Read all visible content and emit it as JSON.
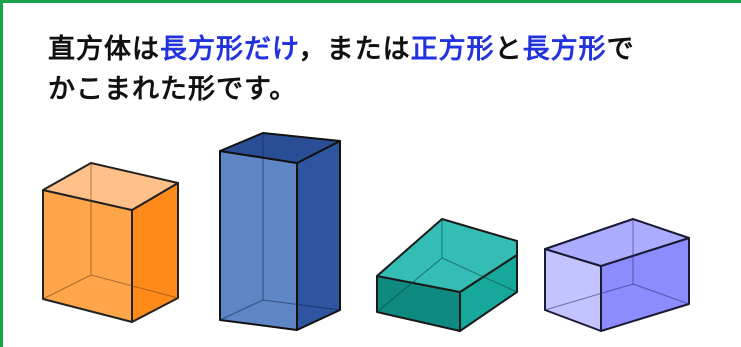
{
  "caption": {
    "line1": {
      "t1": "直方体は",
      "b1": "長方形だけ",
      "t2": "，または",
      "b2": "正方形",
      "t3": "と",
      "b3": "長方形",
      "t4": "で"
    },
    "line2": "かこまれた形です。"
  },
  "colors": {
    "frame": "#1aa34a",
    "highlight_text": "#2233dd",
    "orange_box": "#ff8c1a",
    "blue_box": "#3c64b4",
    "teal_box": "#1aa59b",
    "lavender_box": "#8c8cff"
  },
  "figures": [
    {
      "name": "orange-rectangular-prism",
      "color": "orange"
    },
    {
      "name": "tall-blue-square-prism",
      "color": "blue"
    },
    {
      "name": "flat-teal-rectangular-prism",
      "color": "teal"
    },
    {
      "name": "lavender-rectangular-prism",
      "color": "lavender"
    }
  ]
}
